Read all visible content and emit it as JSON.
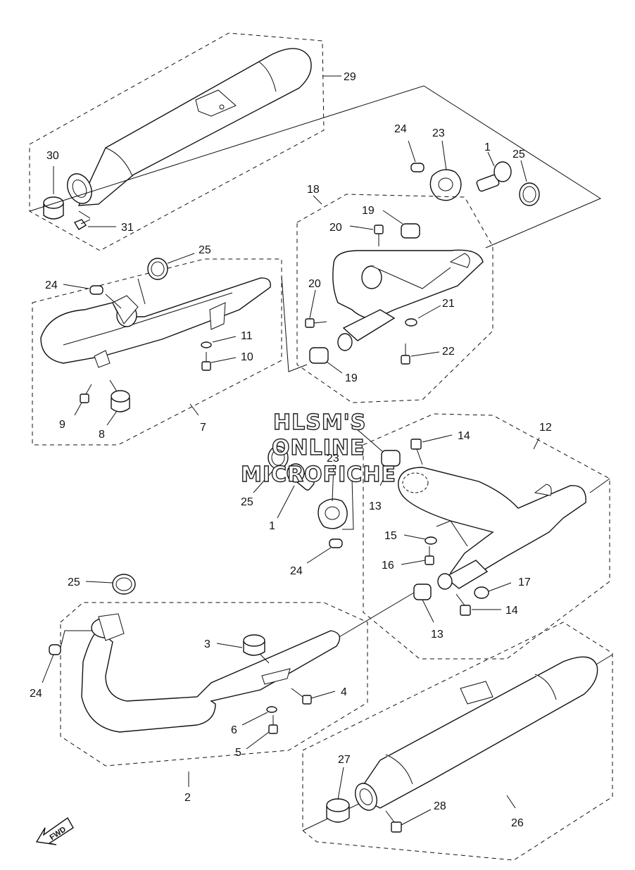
{
  "watermark": {
    "line1": "HLSM'S",
    "line2": "ONLINE",
    "line3": "MICROFICHE"
  },
  "fwd_label": "FWD",
  "callouts": {
    "c29": "29",
    "c30": "30",
    "c31": "31",
    "c24a": "24",
    "c23a": "23",
    "c1a": "1",
    "c25a": "25",
    "c18": "18",
    "c19a": "19",
    "c20a": "20",
    "c20b": "20",
    "c21": "21",
    "c22": "22",
    "c19b": "19",
    "c25b": "25",
    "c24b": "24",
    "c11": "11",
    "c10": "10",
    "c9": "9",
    "c8": "8",
    "c7": "7",
    "c23b": "23",
    "c25c": "25",
    "c1b": "1",
    "c24c": "24",
    "c13a": "13",
    "c12": "12",
    "c14a": "14",
    "c15": "15",
    "c16": "16",
    "c17": "17",
    "c14b": "14",
    "c13b": "13",
    "c25d": "25",
    "c3": "3",
    "c4": "4",
    "c6": "6",
    "c5": "5",
    "c24d": "24",
    "c2": "2",
    "c27": "27",
    "c28": "28",
    "c26": "26"
  }
}
